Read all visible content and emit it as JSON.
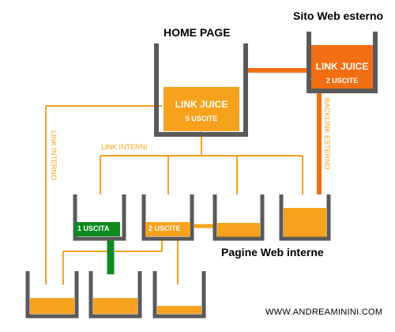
{
  "home": {
    "title": "HOME PAGE",
    "juice_label": "LINK JUICE",
    "outputs_label": "5 USCITE"
  },
  "external": {
    "title": "Sito Web esterno",
    "juice_label": "LINK JUICE",
    "outputs_label": "2 USCITE"
  },
  "labels": {
    "internal_links": "LINK INTERNI",
    "internal_link": "LINK INTERNO",
    "external_backlink": "BACKLINK ESTERNO",
    "internal_pages": "Pagine Web interne",
    "one_output": "1 USCITA",
    "two_outputs": "2 USCITE"
  },
  "footer": {
    "url": "WWW.ANDREAMININI.COM"
  },
  "colors": {
    "juice_light": "#f7a21c",
    "juice_dark": "#f26e12",
    "green": "#0d8a1f",
    "container": "#5a5a5a"
  }
}
